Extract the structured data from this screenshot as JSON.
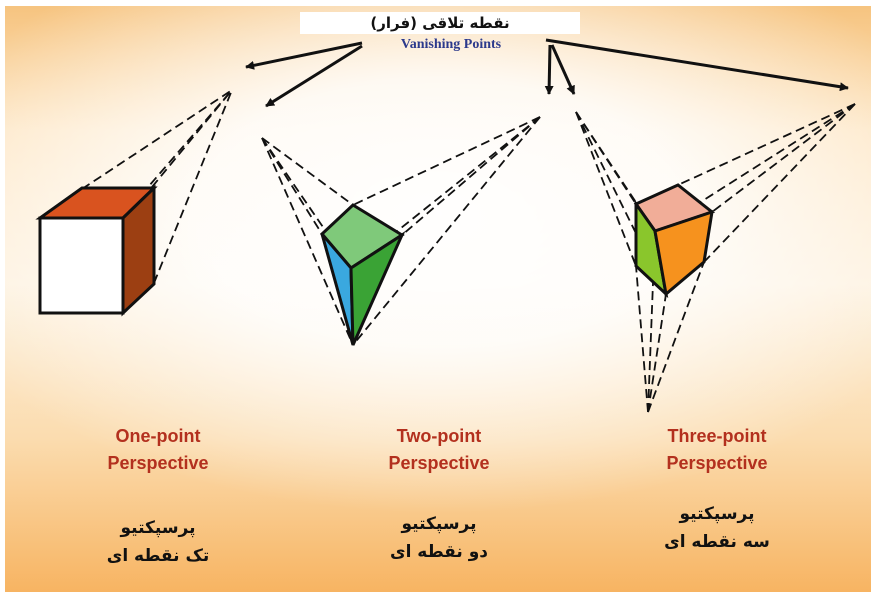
{
  "title": {
    "persian": "نقطه تلاقی (فرار)",
    "english": "Vanishing Points"
  },
  "perspectives": [
    {
      "name_en_line1": "One-point",
      "name_en_line2": "Perspective",
      "name_fa_line1": "پرسپکتیو",
      "name_fa_line2": "تک نقطه ای"
    },
    {
      "name_en_line1": "Two-point",
      "name_en_line2": "Perspective",
      "name_fa_line1": "پرسپکتیو",
      "name_fa_line2": "دو نقطه ای"
    },
    {
      "name_en_line1": "Three-point",
      "name_en_line2": "Perspective",
      "name_fa_line1": "پرسپکتیو",
      "name_fa_line2": "سه نقطه ای"
    }
  ],
  "colors": {
    "one_point_top": "#d9531f",
    "one_point_side": "#9c3f12",
    "one_point_front": "#ffffff",
    "two_point_top": "#7fc97a",
    "two_point_left": "#3aa8df",
    "two_point_right": "#3aa335",
    "three_point_top": "#f1ad98",
    "three_point_left": "#8ac62c",
    "three_point_right": "#f6921e",
    "label_en": "#b3301e",
    "title_en": "#2c3a8c"
  }
}
